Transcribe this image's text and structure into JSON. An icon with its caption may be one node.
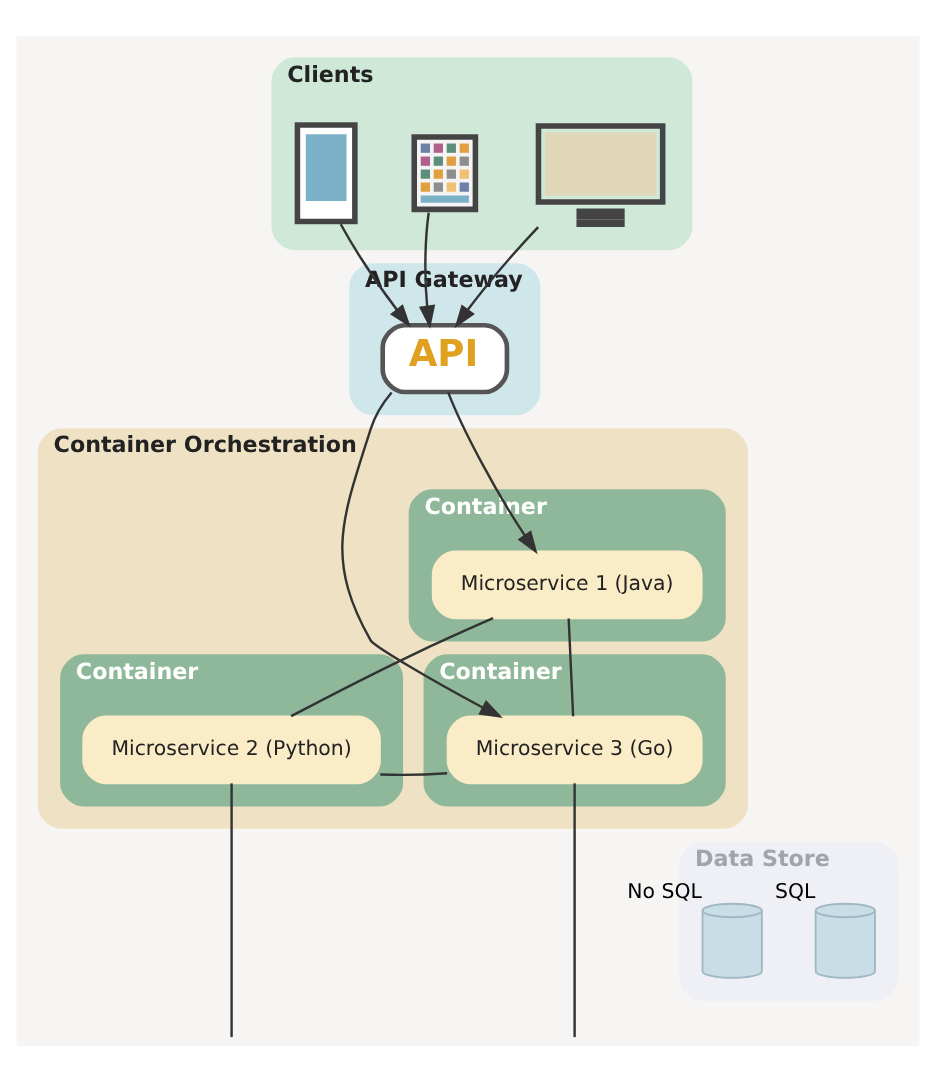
{
  "diagram": {
    "nodes": [
      {
        "text": [
          "Clients"
        ]
      },
      {
        "text": [],
        "shape": "picture",
        "in": 0
      },
      {
        "text": [],
        "shape": "picture",
        "in": 0
      },
      {
        "text": [],
        "shape": "picture",
        "in": 0
      },
      {
        "text": [
          "API Gateway"
        ]
      },
      {
        "text": [
          "API"
        ],
        "in": 4
      },
      {
        "text": [
          "Container Orchestration"
        ]
      },
      {
        "text": [
          "Container"
        ],
        "in": 6
      },
      {
        "text": [
          "Microservice 1 (Java)"
        ],
        "in": 7
      },
      {
        "text": [
          "Container"
        ],
        "in": 6
      },
      {
        "text": [
          "Microservice 2 (Python)"
        ],
        "in": 9
      },
      {
        "text": [
          "Container"
        ],
        "in": 6
      },
      {
        "text": [
          "Microservice 3 (Go)"
        ],
        "in": 11
      },
      {
        "text": [
          "Data Store"
        ]
      },
      {
        "text": [],
        "shape": "cylinder",
        "in": 13,
        "beside": [
          "No SQL"
        ]
      },
      {
        "text": [],
        "shape": "cylinder",
        "in": 13,
        "beside": [
          "SQL"
        ]
      }
    ],
    "edges": [
      {
        "from": 1,
        "to": 5,
        "arrow": "to"
      },
      {
        "from": 2,
        "to": 5,
        "arrow": "to"
      },
      {
        "from": 3,
        "to": 5,
        "arrow": "to"
      },
      {
        "from": 5,
        "to": 8,
        "arrow": "to"
      },
      {
        "from": 5,
        "to": 12,
        "arrow": "to"
      },
      {
        "from": 8,
        "to": 10,
        "arrow": "none"
      },
      {
        "from": 8,
        "to": 12,
        "arrow": "none"
      },
      {
        "from": 10,
        "to": 12,
        "arrow": "none"
      },
      {
        "from": 10,
        "to": null,
        "arrow": "none"
      },
      {
        "from": 12,
        "to": null,
        "arrow": "none"
      }
    ]
  }
}
